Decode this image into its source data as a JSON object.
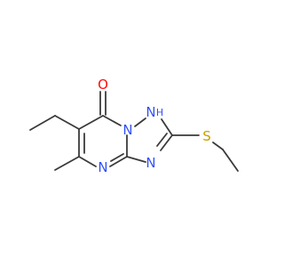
{
  "structure": {
    "atoms": {
      "O": {
        "symbol": "O",
        "color": "#ff0d0d"
      },
      "N1": {
        "symbol": "N",
        "color": "#3050f8"
      },
      "NH": {
        "symbol": "N",
        "hydrogen": "H",
        "color": "#3050f8"
      },
      "N3": {
        "symbol": "N",
        "color": "#3050f8"
      },
      "N4": {
        "symbol": "N",
        "color": "#3050f8"
      },
      "S": {
        "symbol": "S",
        "color": "#c8a000"
      }
    }
  }
}
